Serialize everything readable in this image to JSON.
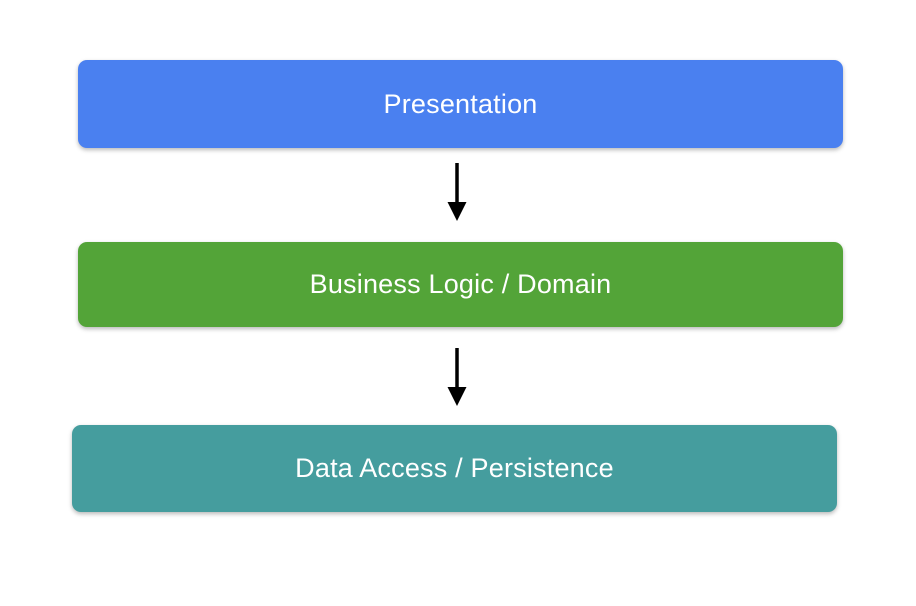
{
  "diagram": {
    "type": "layered-architecture-flow",
    "background_color": "#ffffff",
    "text_color": "#ffffff",
    "arrow_color": "#000000",
    "layers": [
      {
        "label": "Presentation",
        "color": "#4a80f0"
      },
      {
        "label": "Business Logic / Domain",
        "color": "#53a438"
      },
      {
        "label": "Data Access / Persistence",
        "color": "#459d9e"
      }
    ],
    "connections": [
      {
        "from": "Presentation",
        "to": "Business Logic / Domain"
      },
      {
        "from": "Business Logic / Domain",
        "to": "Data Access / Persistence"
      }
    ]
  }
}
